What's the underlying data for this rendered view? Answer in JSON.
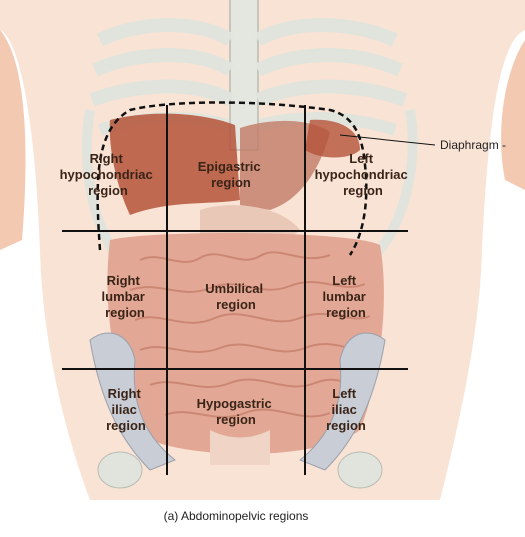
{
  "callout": {
    "diaphragm": "Diaphragm -"
  },
  "caption": "(a) Abdominopelvic regions",
  "regions": {
    "right_hypochondriac": [
      "Right",
      "hypochondriac",
      "region"
    ],
    "epigastric": [
      "Epigastric",
      "region"
    ],
    "left_hypochondriac": [
      "Left",
      "hypochondriac",
      "region"
    ],
    "right_lumbar": [
      "Right",
      "lumbar",
      "region"
    ],
    "umbilical": [
      "Umbilical",
      "region"
    ],
    "left_lumbar": [
      "Left",
      "lumbar",
      "region"
    ],
    "right_iliac": [
      "Right",
      "iliac",
      "region"
    ],
    "hypogastric": [
      "Hypogastric",
      "region"
    ],
    "left_iliac": [
      "Left",
      "iliac",
      "region"
    ]
  },
  "colors": {
    "bone": "#dfe3da",
    "skin": "#f6d6c2",
    "liver": "#a5472f",
    "intestine": "#dea08e",
    "pelvis": "#c9cdd6",
    "grid": "#111111"
  }
}
